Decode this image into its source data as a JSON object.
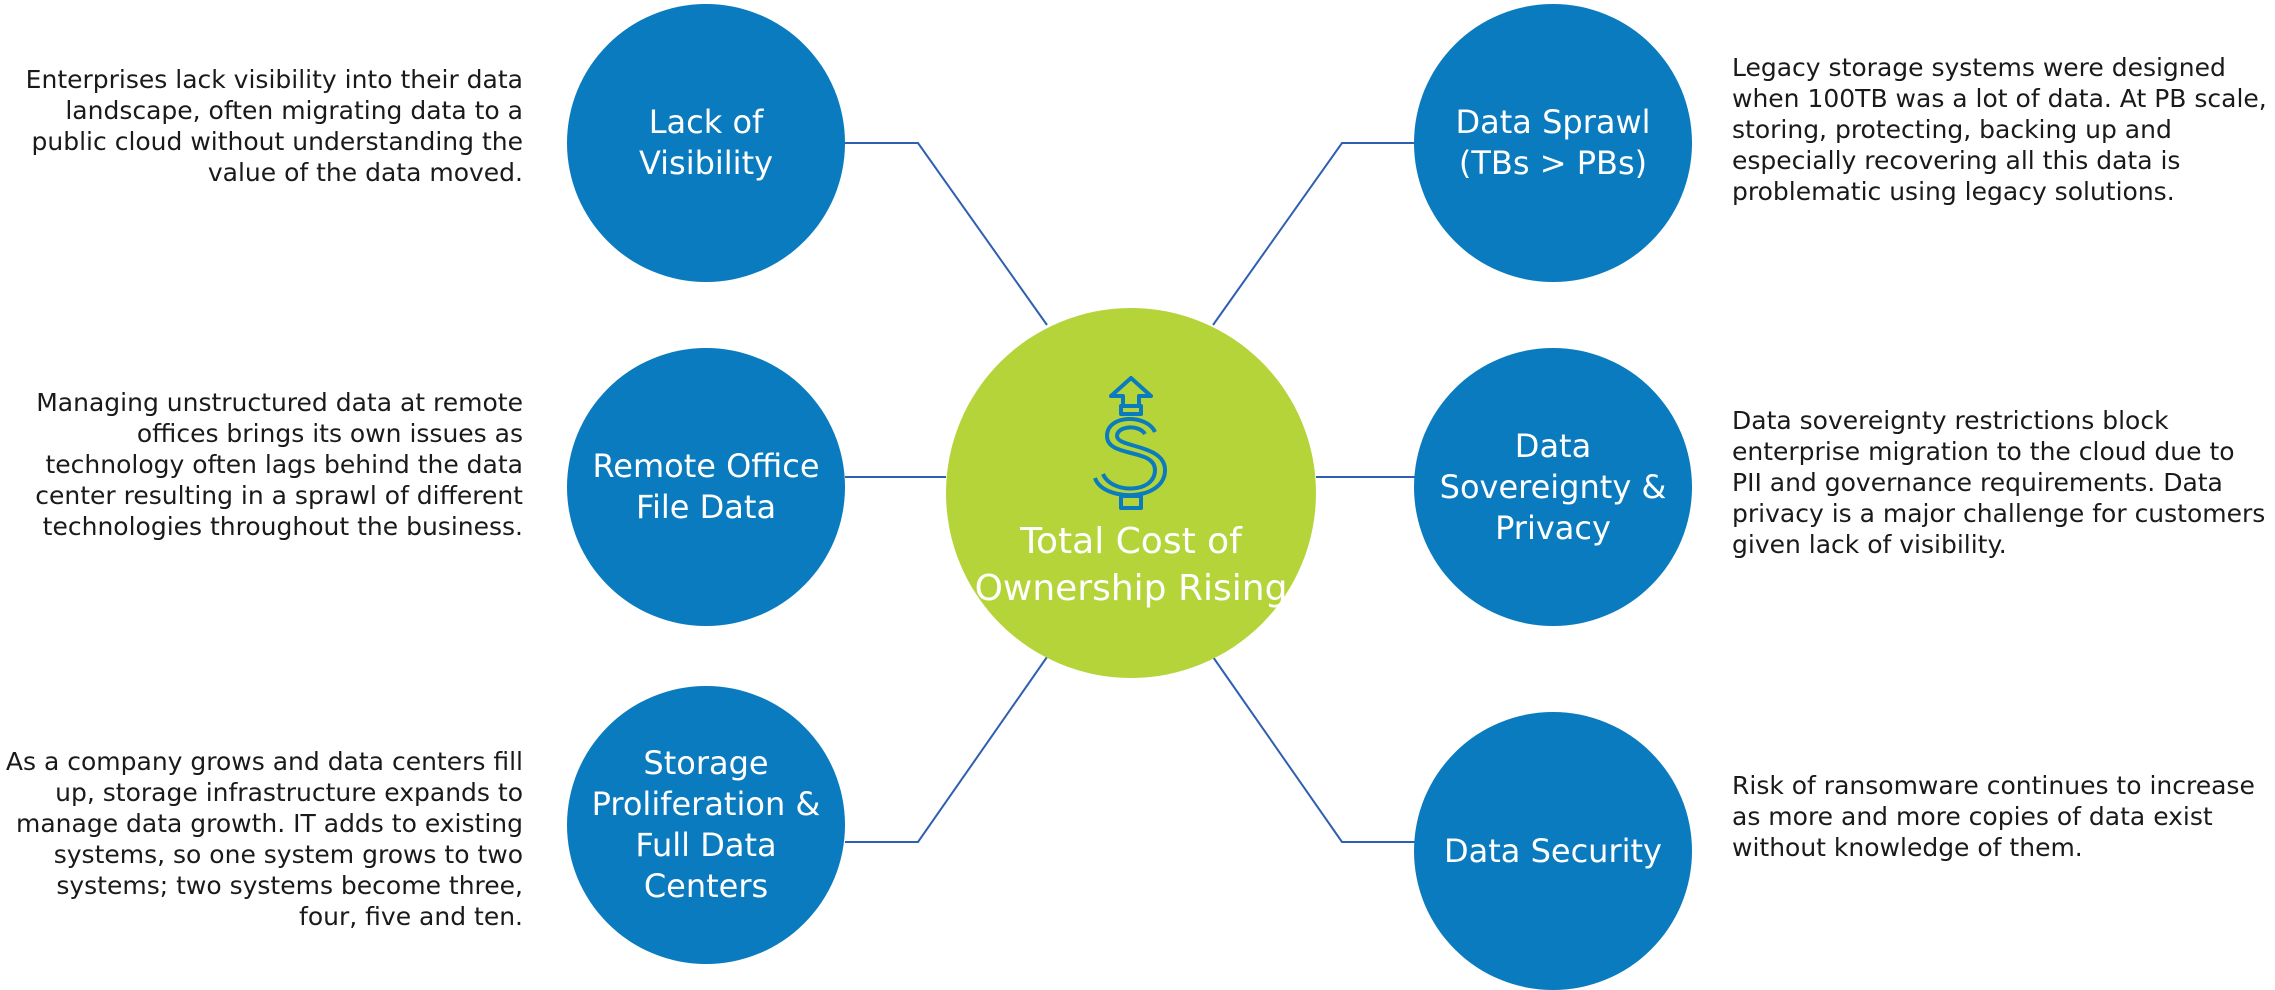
{
  "center": {
    "label": "Total Cost of Ownership Rising",
    "icon": "dollar-arrow-up-icon",
    "color": "#b4d43a",
    "icon_color": "#0a7bbf"
  },
  "node_color": "#0a7bbf",
  "line_color": "#2e5fb0",
  "nodes": [
    {
      "label": "Lack of Visibility",
      "description": "Enterprises lack visibility into their data landscape, often migrating data to a public cloud without understanding the value of the data moved."
    },
    {
      "label": "Remote Office File Data",
      "description": "Managing unstructured data at remote offices brings its own issues as technology often lags behind the data center resulting in a sprawl of different technologies throughout the business."
    },
    {
      "label": "Storage Proliferation & Full Data Centers",
      "description": "As a company grows and data centers fill up, storage infrastructure expands to manage data growth.  IT adds to existing systems, so one system grows to two systems; two systems become three, four, five and ten."
    },
    {
      "label": "Data Sprawl (TBs > PBs)",
      "description": "Legacy storage systems were designed when 100TB was a lot of data. At PB scale, storing, protecting, backing up and especially recovering all this data is problematic using legacy solutions."
    },
    {
      "label": "Data Sovereignty & Privacy",
      "description": "Data sovereignty restrictions block enterprise migration to the cloud due to PII and governance requirements. Data privacy is a major challenge for customers given lack of visibility."
    },
    {
      "label": "Data Security",
      "description": "Risk of ransomware continues to increase as more and more copies of data exist without knowledge of them."
    }
  ]
}
